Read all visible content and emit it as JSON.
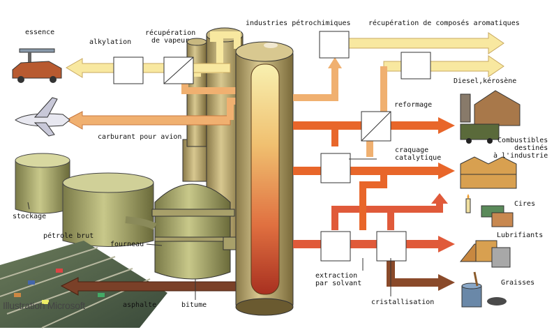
{
  "labels": {
    "essence": "essence",
    "alkylation": "alkylation",
    "recuperation_vapeur_1": "récupération",
    "recuperation_vapeur_2": "de vapeur",
    "industries_petrochimiques": "industries pétrochimiques",
    "recuperation_aromatiques": "récupération de composés aromatiques",
    "diesel_kerosene": "Diesel,kérosène",
    "reformage": "reformage",
    "carburant_avion": "carburant pour avion",
    "combustibles_1": "Combustibles",
    "combustibles_2": "destinés",
    "combustibles_3": "à l'industrie",
    "craquage_1": "craquage",
    "craquage_2": "catalytique",
    "stockage": "stockage",
    "petrole_brut": "pétrole brut",
    "fourneau": "fourneau",
    "cires": "Cires",
    "lubrifiants": "Lubrifiants",
    "extraction_1": "extraction",
    "extraction_2": "par solvant",
    "cristallisation": "cristallisation",
    "graisses": "Graisses",
    "asphalte": "asphalte",
    "bitume": "bitume",
    "credit": "Illustration Microsoft"
  },
  "colors": {
    "arrow_light": "#f8e8a0",
    "arrow_mid": "#f0b070",
    "arrow_orange": "#e8662a",
    "arrow_red": "#e05a3a",
    "arrow_brown": "#8a4a2a",
    "tower": "#c8a060",
    "tank": "#b8b070"
  }
}
